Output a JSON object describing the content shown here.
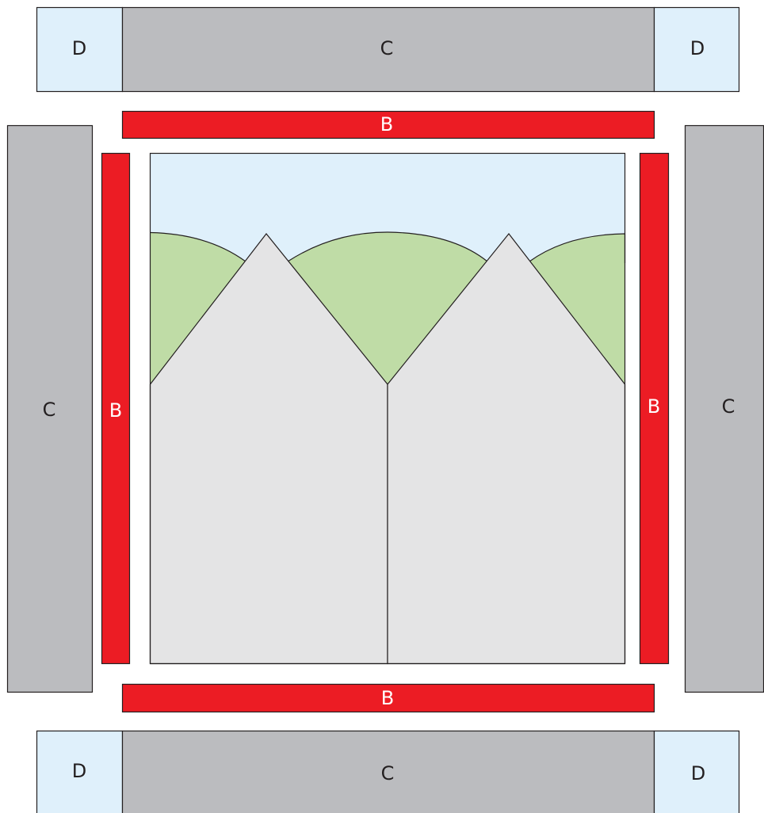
{
  "labels": {
    "top_left_corner": "D",
    "top_middle_side": "C",
    "top_right_corner": "D",
    "top_strip": "B",
    "left_side": "C",
    "left_strip": "B",
    "right_strip": "B",
    "right_side": "C",
    "bottom_strip": "B",
    "bottom_left_corner": "D",
    "bottom_middle_side": "C",
    "bottom_right_corner": "D"
  },
  "colors": {
    "corner_fill": "#dff0fb",
    "side_fill": "#bbbcbf",
    "strip_fill": "#ec1c24",
    "sky_fill": "#dff0fb",
    "foliage_fill": "#bfdca6",
    "house_fill": "#e4e4e5",
    "outline": "#231f20",
    "strip_text": "#ffffff",
    "panel_text": "#231f20"
  }
}
